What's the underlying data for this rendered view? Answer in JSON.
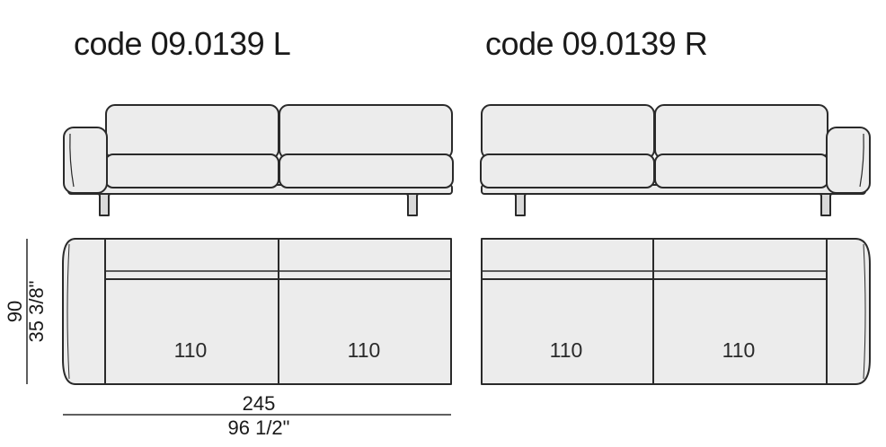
{
  "titles": {
    "left": "code 09.0139 L",
    "right": "code 09.0139 R"
  },
  "seat_widths": {
    "left_1": "110",
    "left_2": "110",
    "right_1": "110",
    "right_2": "110"
  },
  "depth_dimension": {
    "cm": "90",
    "inches": "35 3/8\""
  },
  "width_dimension": {
    "cm": "245",
    "inches": "96 1/2\""
  },
  "colors": {
    "fill": "#ececec",
    "stroke": "#2a2a2a",
    "leg": "#d9d9d9"
  }
}
